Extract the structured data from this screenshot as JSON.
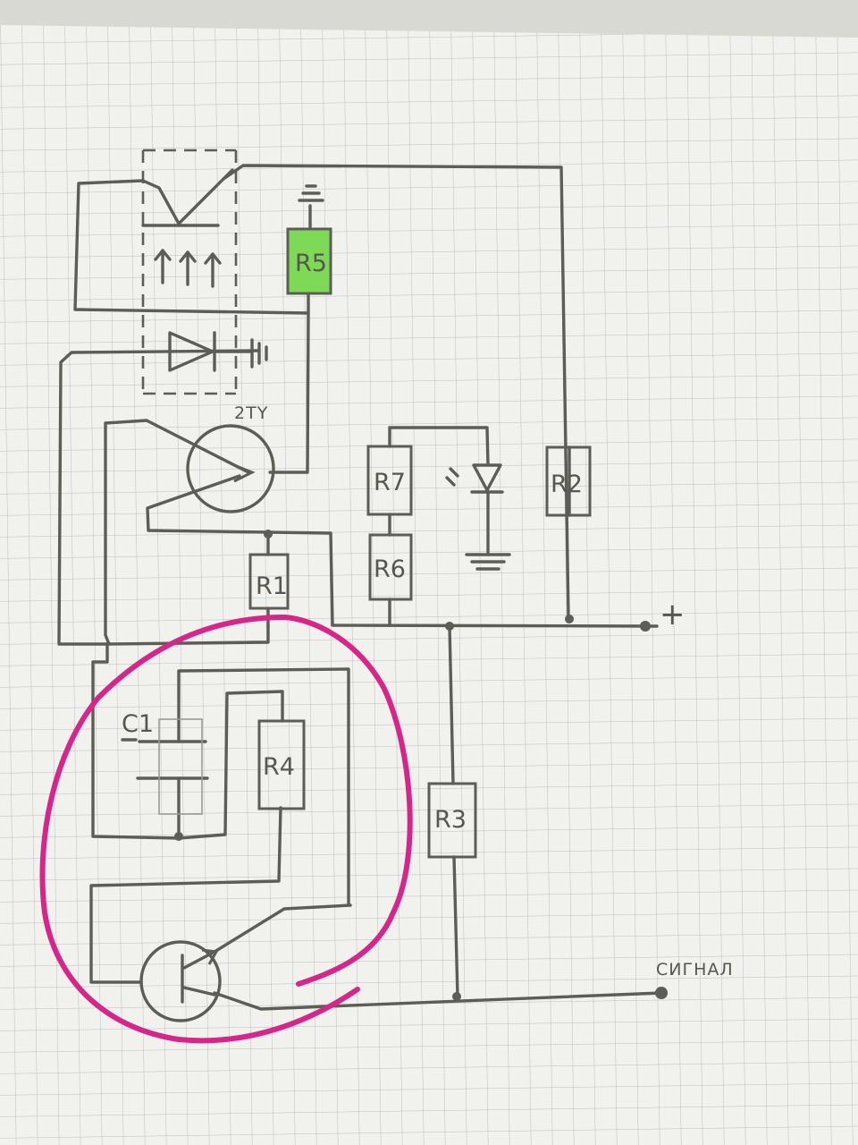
{
  "labels": {
    "r1": "R1",
    "r2": "R2",
    "r3": "R3",
    "r4": "R4",
    "r5": "R5",
    "r6": "R6",
    "r7": "R7",
    "c1": "C1",
    "transistor": "2TY",
    "signal": "СИГНАЛ",
    "plus": "+"
  },
  "colors": {
    "paper": "#f1f1ee",
    "grid": "#b9bdc4",
    "ink": "#5c5d56",
    "highlight": "#d6268a",
    "r5_fill": "#7ed957"
  }
}
